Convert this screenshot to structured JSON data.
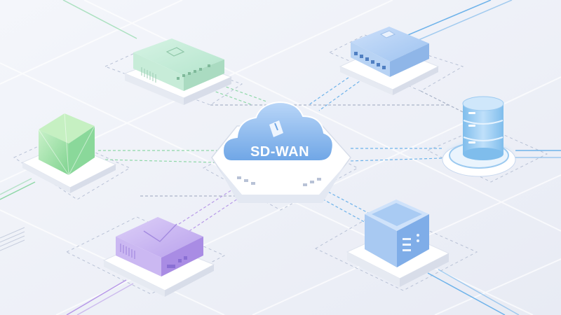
{
  "hub": {
    "label": "SD-WAN",
    "icon": "cloud-icon",
    "color": "#7fb0ec"
  },
  "nodes": [
    {
      "id": "green-switch",
      "icon": "network-switch-icon",
      "color": "#bfe9d4"
    },
    {
      "id": "blue-router",
      "icon": "router-icon",
      "color": "#9ec2ef"
    },
    {
      "id": "green-cube",
      "icon": "cube-icon",
      "color": "#9fe0a6"
    },
    {
      "id": "database",
      "icon": "database-icon",
      "color": "#8cc6ee"
    },
    {
      "id": "purple-appliance",
      "icon": "firewall-appliance-icon",
      "color": "#c7b2ef"
    },
    {
      "id": "blue-server",
      "icon": "server-icon",
      "color": "#8fbdef"
    }
  ],
  "link_colors": {
    "green": "#8fd8a8",
    "blue": "#6fb3ea",
    "purple": "#b89ae8",
    "gray": "#aab4c8"
  }
}
